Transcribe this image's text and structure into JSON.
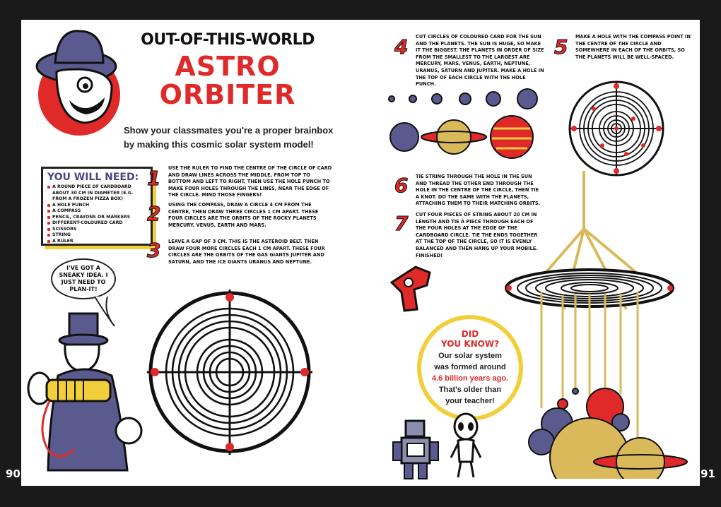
{
  "left_page": {
    "kicker": "OUT-OF-THIS-WORLD",
    "title_line1": "ASTRO",
    "title_line2": "ORBITER",
    "intro_line1": "Show your classmates you're a proper brainbox",
    "intro_line2": "by making this cosmic solar system model!",
    "you_will_need": {
      "heading": "YOU WILL NEED:",
      "items": [
        "A round piece of cardboard about 30 cm in diameter (e.g. from a frozen pizza box)",
        "A hole punch",
        "A compass",
        "Pencil, crayons or markers",
        "Different-coloured card",
        "Scissors",
        "String",
        "A ruler"
      ]
    },
    "steps": [
      {
        "number": "1",
        "text": "Use the ruler to find the centre of the circle of card and draw lines across the middle, from top to bottom and left to right, then use the hole punch to make four holes through the lines, near the edge of the circle. Mind those fingers!"
      },
      {
        "number": "2",
        "text": "Using the compass, draw a circle 4 cm from the centre, then draw three circles 1 cm apart. These four circles are the orbits of the rocky planets Mercury, Venus, Earth and Mars."
      },
      {
        "number": "3",
        "text": "Leave a gap of 3 cm. This is the asteroid belt. Then draw four more circles each 1 cm apart. These four circles are the orbits of the gas giants Jupiter and Saturn, and the ice giants Uranus and Neptune."
      }
    ],
    "speech_bubble": "I've got a sneaky idea. I just need to plan-it!",
    "page_number": "90"
  },
  "right_page": {
    "steps": [
      {
        "number": "4",
        "text": "Cut circles of coloured card for the Sun and the planets. The Sun is huge, so make it the biggest. The planets in order of size from the smallest to the largest are Mercury, Mars, Venus, Earth, Neptune, Uranus, Saturn and Jupiter. Make a hole in the top of each circle with the hole punch."
      },
      {
        "number": "5",
        "text": "Make a hole with the compass point in the centre of the circle and somewhere in each of the orbits, so the planets will be well-spaced."
      },
      {
        "number": "6",
        "text": "Tie string through the hole in the Sun and thread the other end through the hole in the centre of the circle, then tie a knot. Do the same with the planets, attaching them to their matching orbits."
      },
      {
        "number": "7",
        "text": "Cut four pieces of string about 20 cm in length and tie a piece through each of the four holes at the edge of the cardboard circle. Tie the ends together at the top of the circle, so it is evenly balanced and then hang up your mobile. Finished!"
      }
    ],
    "did_you_know": {
      "heading_line1": "DID",
      "heading_line2": "YOU KNOW?",
      "line1": "Our solar system",
      "line2": "was formed around",
      "line3": "4.6 billion years ago.",
      "line4": "That's older than",
      "line5": "your teacher!"
    },
    "page_number": "91"
  },
  "colors": {
    "red": "#e02a2a",
    "purple": "#5b5a8e",
    "yellow": "#f2cf3a",
    "gold_planet": "#d9b95a"
  }
}
